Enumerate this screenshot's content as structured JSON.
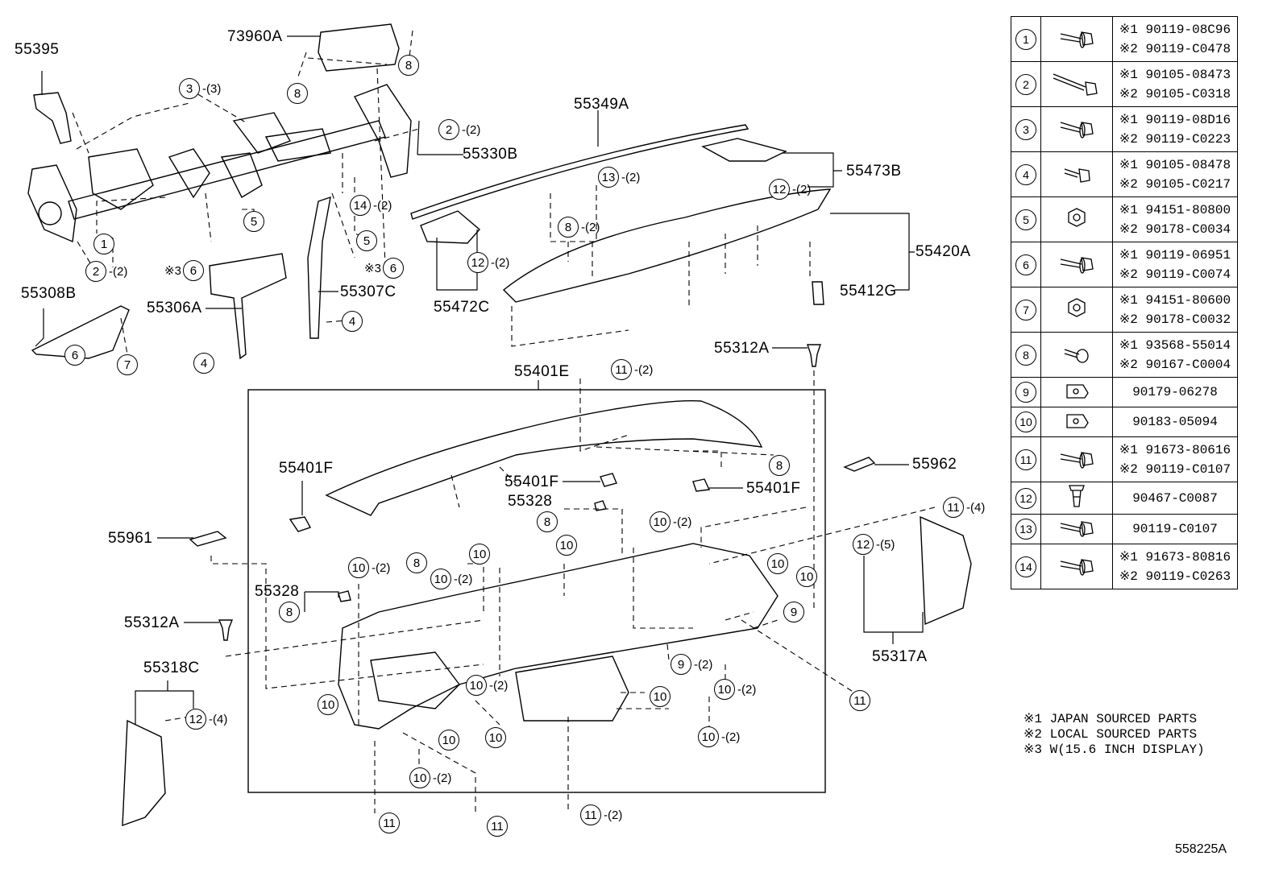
{
  "labels": {
    "p55395": "55395",
    "p73960A": "73960A",
    "p55330B": "55330B",
    "p55349A": "55349A",
    "p55473B": "55473B",
    "p55420A": "55420A",
    "p55412G": "55412G",
    "p55472C": "55472C",
    "p55308B": "55308B",
    "p55306A": "55306A",
    "p55307C": "55307C",
    "p55312A_top": "55312A",
    "p55401E": "55401E",
    "p55401F_left": "55401F",
    "p55401F_mid": "55401F",
    "p55401F_right": "55401F",
    "p55328_mid": "55328",
    "p55328_left": "55328",
    "p55962": "55962",
    "p55961": "55961",
    "p55312A_left": "55312A",
    "p55318C": "55318C",
    "p55317A": "55317A"
  },
  "refs": {
    "r8_a": {
      "num": "8"
    },
    "r8_b": {
      "num": "8"
    },
    "r3_top": {
      "num": "3",
      "qty": "-(3)"
    },
    "r2_top": {
      "num": "2",
      "qty": "-(2)"
    },
    "r14": {
      "num": "14",
      "qty": "-(2)"
    },
    "r5_a": {
      "num": "5"
    },
    "r5_b": {
      "num": "5"
    },
    "r1": {
      "num": "1"
    },
    "r2_left": {
      "num": "2",
      "qty": "-(2)"
    },
    "r6_a": {
      "num": "6",
      "pre": "※3"
    },
    "r6_b": {
      "num": "6",
      "pre": "※3"
    },
    "r6_c": {
      "num": "6"
    },
    "r7": {
      "num": "7"
    },
    "r4_a": {
      "num": "4"
    },
    "r4_b": {
      "num": "4"
    },
    "r13": {
      "num": "13",
      "qty": "-(2)"
    },
    "r8_c": {
      "num": "8",
      "qty": "-(2)"
    },
    "r12_a": {
      "num": "12",
      "qty": "-(2)"
    },
    "r12_b": {
      "num": "12",
      "qty": "-(2)"
    },
    "r11_top": {
      "num": "11",
      "qty": "-(2)"
    },
    "r8_d": {
      "num": "8"
    },
    "r8_e": {
      "num": "8"
    },
    "r8_f": {
      "num": "8"
    },
    "r8_g": {
      "num": "8"
    },
    "r11_r": {
      "num": "11",
      "qty": "-(4)"
    },
    "r12_c": {
      "num": "12",
      "qty": "-(5)"
    },
    "r10_a": {
      "num": "10",
      "qty": "-(2)"
    },
    "r10_b": {
      "num": "10"
    },
    "r10_c": {
      "num": "10"
    },
    "r10_d": {
      "num": "10",
      "qty": "-(2)"
    },
    "r10_e": {
      "num": "10",
      "qty": "-(2)"
    },
    "r10_f": {
      "num": "10"
    },
    "r10_g": {
      "num": "10"
    },
    "r9_a": {
      "num": "9"
    },
    "r9_b": {
      "num": "9",
      "qty": "-(2)"
    },
    "r10_h": {
      "num": "10",
      "qty": "-(2)"
    },
    "r10_i": {
      "num": "10",
      "qty": "-(2)"
    },
    "r10_j": {
      "num": "10"
    },
    "r10_k": {
      "num": "10"
    },
    "r10_l": {
      "num": "10"
    },
    "r10_m": {
      "num": "10"
    },
    "r10_n": {
      "num": "10",
      "qty": "-(2)"
    },
    "r10_o": {
      "num": "10",
      "qty": "-(2)"
    },
    "r11_a": {
      "num": "11"
    },
    "r11_b": {
      "num": "11"
    },
    "r11_c": {
      "num": "11",
      "qty": "-(2)"
    },
    "r11_d": {
      "num": "11"
    },
    "r12_d": {
      "num": "12",
      "qty": "-(4)"
    }
  },
  "parts_table": [
    {
      "no": "1",
      "icon": "bolt-with-washer",
      "p1": "※1 90119-08C96",
      "p2": "※2 90119-C0478"
    },
    {
      "no": "2",
      "icon": "long-bolt",
      "p1": "※1 90105-08473",
      "p2": "※2 90105-C0318"
    },
    {
      "no": "3",
      "icon": "bolt-with-washer",
      "p1": "※1 90119-08D16",
      "p2": "※2 90119-C0223"
    },
    {
      "no": "4",
      "icon": "short-bolt",
      "p1": "※1 90105-08478",
      "p2": "※2 90105-C0217"
    },
    {
      "no": "5",
      "icon": "hex-nut",
      "p1": "※1 94151-80800",
      "p2": "※2 90178-C0034"
    },
    {
      "no": "6",
      "icon": "bolt-with-washer",
      "p1": "※1 90119-06951",
      "p2": "※2 90119-C0074"
    },
    {
      "no": "7",
      "icon": "hex-nut",
      "p1": "※1 94151-80600",
      "p2": "※2 90178-C0032"
    },
    {
      "no": "8",
      "icon": "screw",
      "p1": "※1 93568-55014",
      "p2": "※2 90167-C0004"
    },
    {
      "no": "9",
      "icon": "clip-nut",
      "p1": "90179-06278",
      "p2": ""
    },
    {
      "no": "10",
      "icon": "clip-nut",
      "p1": "90183-05094",
      "p2": ""
    },
    {
      "no": "11",
      "icon": "bolt-with-washer",
      "p1": "※1 91673-80616",
      "p2": "※2 90119-C0107"
    },
    {
      "no": "12",
      "icon": "push-clip",
      "p1": "90467-C0087",
      "p2": ""
    },
    {
      "no": "13",
      "icon": "bolt-with-washer",
      "p1": "90119-C0107",
      "p2": ""
    },
    {
      "no": "14",
      "icon": "bolt-with-washer",
      "p1": "※1 91673-80816",
      "p2": "※2 90119-C0263"
    }
  ],
  "notes": [
    "※1 JAPAN SOURCED PARTS",
    "※2 LOCAL SOURCED PARTS",
    "※3 W(15.6 INCH DISPLAY)"
  ],
  "illustration_code": "558225A"
}
